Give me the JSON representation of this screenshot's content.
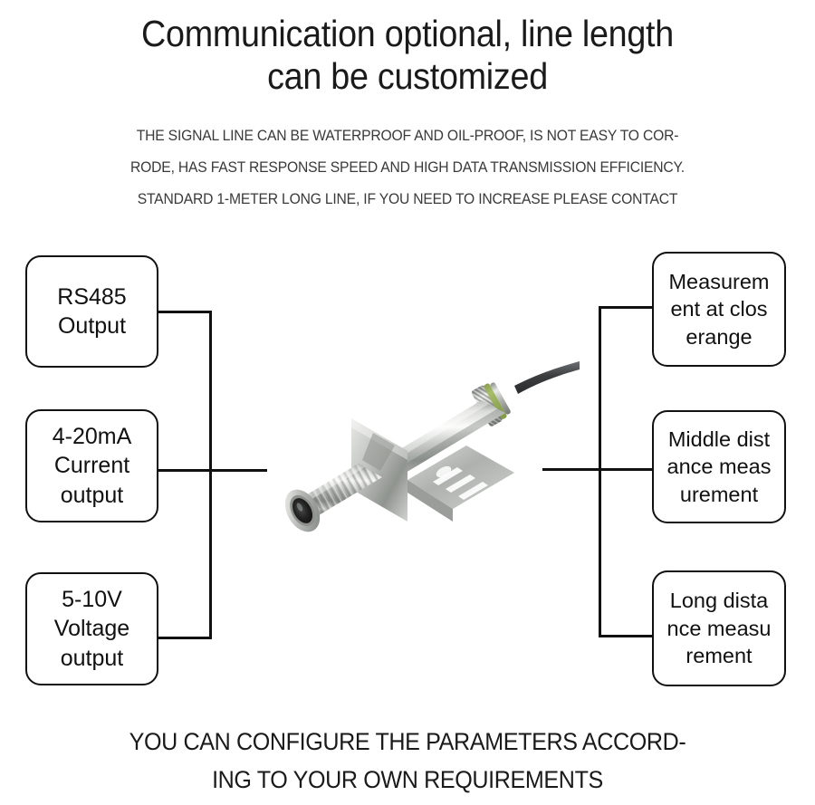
{
  "header": {
    "title_line1": "Communication optional, line length",
    "title_line2": "can be customized",
    "subtitle_line1": "THE SIGNAL LINE CAN BE WATERPROOF AND OIL-PROOF, IS NOT EASY TO COR-",
    "subtitle_line2": "RODE, HAS FAST RESPONSE SPEED AND HIGH DATA TRANSMISSION EFFICIENCY.",
    "subtitle_line3": "STANDARD 1-METER LONG LINE, IF YOU NEED TO INCREASE PLEASE CONTACT"
  },
  "footer": {
    "line1": "YOU CAN CONFIGURE THE PARAMETERS ACCORD-",
    "line2": "ING TO YOUR OWN REQUIREMENTS"
  },
  "callouts": {
    "left": [
      {
        "name": "rs485-output",
        "line1": "RS485",
        "line2": "Output",
        "line3": ""
      },
      {
        "name": "current-output",
        "line1": "4-20mA",
        "line2": "Current",
        "line3": "output"
      },
      {
        "name": "voltage-output",
        "line1": "5-10V",
        "line2": "Voltage",
        "line3": "output"
      }
    ],
    "right": [
      {
        "name": "close-range-measurement",
        "line1": "Measurem",
        "line2": "ent at clos",
        "line3": "erange"
      },
      {
        "name": "middle-distance-measurement",
        "line1": "Middle dist",
        "line2": "ance meas",
        "line3": "urement"
      },
      {
        "name": "long-distance-measurement",
        "line1": "Long dista",
        "line2": "nce measu",
        "line3": "rement"
      }
    ]
  },
  "product": {
    "name": "infrared-temperature-sensor",
    "description": "Stainless steel infrared temperature sensor with threaded barrel, L mounting bracket and signal cable",
    "colors": {
      "steel_light": "#f0f0ee",
      "steel_mid": "#b9bbb8",
      "steel_dark": "#6f7370",
      "lens_dark": "#2b2b2b",
      "accent_green": "#8aa832",
      "cable": "#4a4c4d"
    }
  },
  "colors": {
    "background": "#ffffff",
    "text_primary": "#1a1a1a",
    "text_secondary": "#3a3a3a",
    "line": "#111111",
    "box_border": "#111111"
  }
}
